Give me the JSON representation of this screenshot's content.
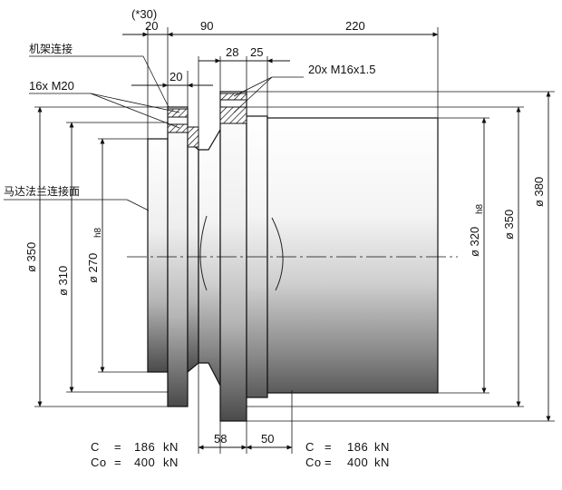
{
  "top_dimensions": {
    "d_star30": "(*30)",
    "d_20_top": "20",
    "d_90": "90",
    "d_220": "220",
    "d_20_second": "20",
    "d_28": "28",
    "d_25": "25"
  },
  "bottom_dimensions": {
    "d_58": "58",
    "d_50": "50"
  },
  "labels": {
    "frame_connection": "机架连接",
    "bolts_left": "16x M20",
    "bolts_right": "20x M16x1.5",
    "motor_flange_face": "马达法兰连接面"
  },
  "diameters": {
    "d350_left": "ø 350",
    "d310": "ø 310",
    "d270": "ø 270",
    "d270_tol": "h8",
    "d320": "ø 320",
    "d320_tol": "h8",
    "d350_right": "ø 350",
    "d380": "ø 380"
  },
  "loads": {
    "left_c_label": "C",
    "left_c_eq": "=",
    "left_c_value": "186",
    "left_c_unit": "kN",
    "left_co_label": "Co",
    "left_co_eq": "=",
    "left_co_value": "400",
    "left_co_unit": "kN",
    "right_c_label": "C",
    "right_c_eq": "=",
    "right_c_value": "186",
    "right_c_unit": "kN",
    "right_co_label": "Co",
    "right_co_eq": "=",
    "right_co_value": "400",
    "right_co_unit": "kN"
  }
}
